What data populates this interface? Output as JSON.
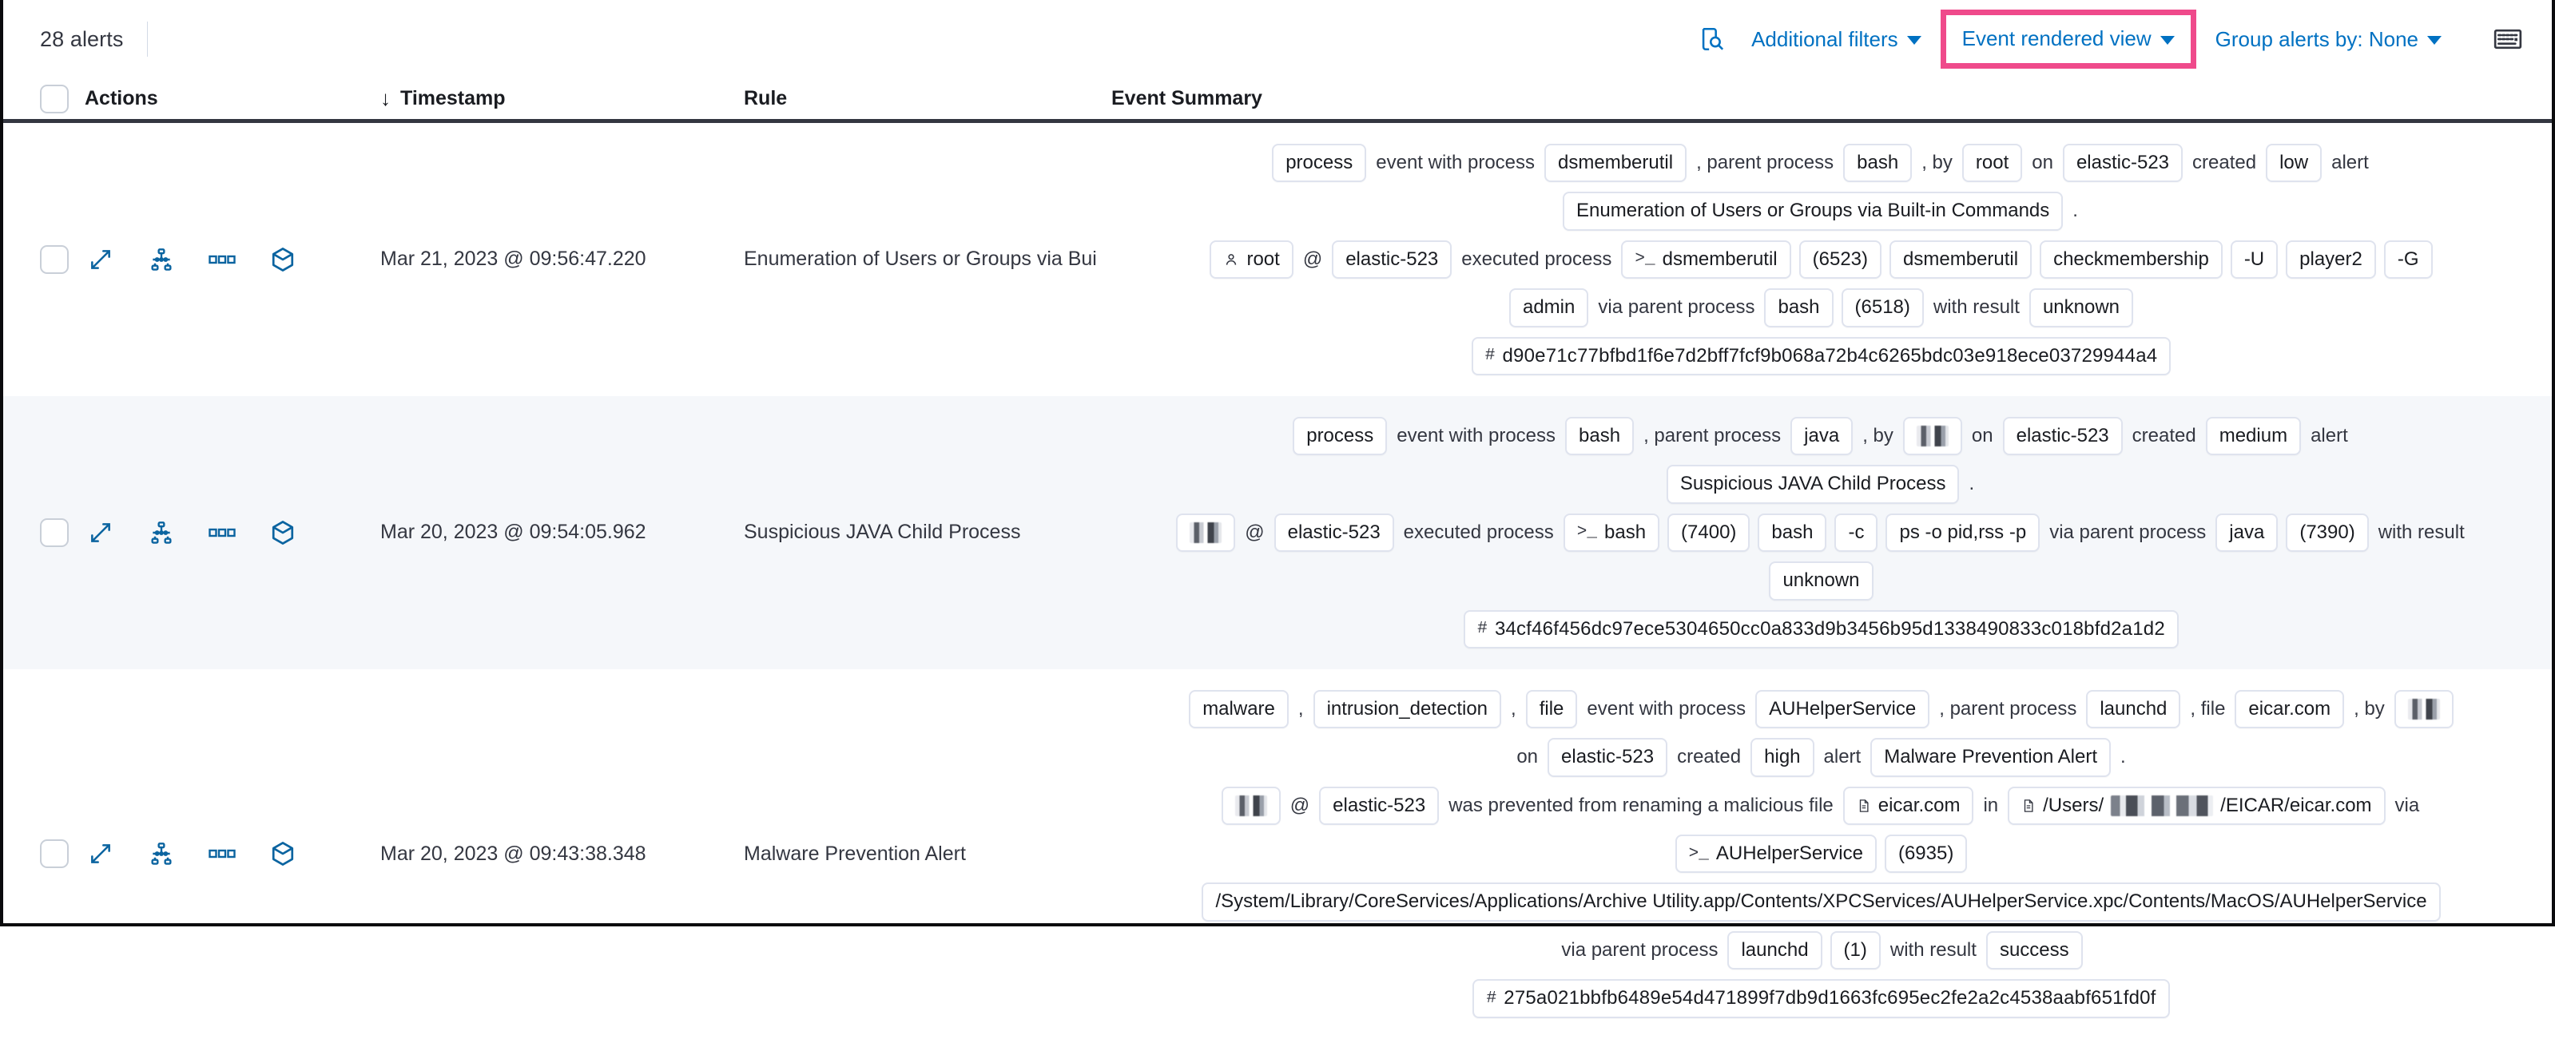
{
  "toolbar": {
    "alerts_count_label": "28 alerts",
    "inspect_icon": "inspect-search-icon",
    "additional_filters_label": "Additional filters",
    "view_mode_label": "Event rendered view",
    "group_by_label": "Group alerts by: None",
    "keyboard_icon": "keyboard-shortcuts-icon",
    "highlight_color": "#ef4a8b",
    "link_color": "#0071c2"
  },
  "table": {
    "headers": {
      "select_all": "select-all-checkbox",
      "actions": "Actions",
      "timestamp": "Timestamp",
      "timestamp_sort": "↓",
      "rule": "Rule",
      "event_summary": "Event Summary"
    },
    "row_actions": [
      {
        "name": "expand-details-icon",
        "title": "Expand"
      },
      {
        "name": "analyze-event-icon",
        "title": "Analyze event"
      },
      {
        "name": "more-actions-icon",
        "title": "More actions"
      },
      {
        "name": "session-view-icon",
        "title": "Open session view"
      }
    ],
    "rows": [
      {
        "timestamp": "Mar 21, 2023 @ 09:56:47.220",
        "rule": "Enumeration of Users or Groups via Bui",
        "summary_lines": [
          [
            {
              "t": "chip",
              "v": "process"
            },
            {
              "t": "txt",
              "v": "event with process"
            },
            {
              "t": "chip",
              "v": "dsmemberutil"
            },
            {
              "t": "txt",
              "v": ", parent process"
            },
            {
              "t": "chip",
              "v": "bash"
            },
            {
              "t": "txt",
              "v": ", by"
            },
            {
              "t": "chip",
              "v": "root"
            },
            {
              "t": "txt",
              "v": "on"
            },
            {
              "t": "chip",
              "v": "elastic-523"
            },
            {
              "t": "txt",
              "v": "created"
            },
            {
              "t": "chip",
              "v": "low"
            },
            {
              "t": "txt",
              "v": "alert"
            }
          ],
          [
            {
              "t": "chip",
              "v": "Enumeration of Users or Groups via Built-in Commands"
            },
            {
              "t": "txt",
              "v": "."
            }
          ],
          [
            {
              "t": "chip",
              "v": "root",
              "icon": "user-icon"
            },
            {
              "t": "txt",
              "v": "@"
            },
            {
              "t": "chip",
              "v": "elastic-523"
            },
            {
              "t": "txt",
              "v": "executed process"
            },
            {
              "t": "chip",
              "v": "dsmemberutil",
              "icon": "console-icon"
            },
            {
              "t": "chip",
              "v": "(6523)"
            },
            {
              "t": "chip",
              "v": "dsmemberutil"
            },
            {
              "t": "chip",
              "v": "checkmembership"
            },
            {
              "t": "chip",
              "v": "-U"
            },
            {
              "t": "chip",
              "v": "player2"
            },
            {
              "t": "chip",
              "v": "-G"
            }
          ],
          [
            {
              "t": "chip",
              "v": "admin"
            },
            {
              "t": "txt",
              "v": "via parent process"
            },
            {
              "t": "chip",
              "v": "bash"
            },
            {
              "t": "chip",
              "v": "(6518)"
            },
            {
              "t": "txt",
              "v": "with result"
            },
            {
              "t": "chip",
              "v": "unknown"
            }
          ],
          [
            {
              "t": "chip",
              "v": "d90e71c77bfbd1f6e7d2bff7fcf9b068a72b4c6265bdc03e918ece03729944a4",
              "icon": "hash-icon"
            }
          ]
        ]
      },
      {
        "timestamp": "Mar 20, 2023 @ 09:54:05.962",
        "rule": "Suspicious JAVA Child Process",
        "summary_lines": [
          [
            {
              "t": "chip",
              "v": "process"
            },
            {
              "t": "txt",
              "v": "event with process"
            },
            {
              "t": "chip",
              "v": "bash"
            },
            {
              "t": "txt",
              "v": ", parent process"
            },
            {
              "t": "chip",
              "v": "java"
            },
            {
              "t": "txt",
              "v": ", by"
            },
            {
              "t": "chip",
              "v": "",
              "redacted": true
            },
            {
              "t": "txt",
              "v": "on"
            },
            {
              "t": "chip",
              "v": "elastic-523"
            },
            {
              "t": "txt",
              "v": "created"
            },
            {
              "t": "chip",
              "v": "medium"
            },
            {
              "t": "txt",
              "v": "alert"
            }
          ],
          [
            {
              "t": "chip",
              "v": "Suspicious JAVA Child Process"
            },
            {
              "t": "txt",
              "v": "."
            }
          ],
          [
            {
              "t": "chip",
              "v": "",
              "redacted": true
            },
            {
              "t": "txt",
              "v": "@"
            },
            {
              "t": "chip",
              "v": "elastic-523"
            },
            {
              "t": "txt",
              "v": "executed process"
            },
            {
              "t": "chip",
              "v": "bash",
              "icon": "console-icon"
            },
            {
              "t": "chip",
              "v": "(7400)"
            },
            {
              "t": "chip",
              "v": "bash"
            },
            {
              "t": "chip",
              "v": "-c"
            },
            {
              "t": "chip",
              "v": "ps -o pid,rss -p"
            },
            {
              "t": "txt",
              "v": "via parent process"
            },
            {
              "t": "chip",
              "v": "java"
            },
            {
              "t": "chip",
              "v": "(7390)"
            },
            {
              "t": "txt",
              "v": "with result"
            }
          ],
          [
            {
              "t": "chip",
              "v": "unknown"
            }
          ],
          [
            {
              "t": "chip",
              "v": "34cf46f456dc97ece5304650cc0a833d9b3456b95d1338490833c018bfd2a1d2",
              "icon": "hash-icon"
            }
          ]
        ]
      },
      {
        "timestamp": "Mar 20, 2023 @ 09:43:38.348",
        "rule": "Malware Prevention Alert",
        "summary_lines": [
          [
            {
              "t": "chip",
              "v": "malware"
            },
            {
              "t": "txt",
              "v": ","
            },
            {
              "t": "chip",
              "v": "intrusion_detection"
            },
            {
              "t": "txt",
              "v": ","
            },
            {
              "t": "chip",
              "v": "file"
            },
            {
              "t": "txt",
              "v": "event with process"
            },
            {
              "t": "chip",
              "v": "AUHelperService"
            },
            {
              "t": "txt",
              "v": ", parent process"
            },
            {
              "t": "chip",
              "v": "launchd"
            },
            {
              "t": "txt",
              "v": ", file"
            },
            {
              "t": "chip",
              "v": "eicar.com"
            },
            {
              "t": "txt",
              "v": ", by"
            },
            {
              "t": "chip",
              "v": "",
              "redacted": true
            }
          ],
          [
            {
              "t": "txt",
              "v": "on"
            },
            {
              "t": "chip",
              "v": "elastic-523"
            },
            {
              "t": "txt",
              "v": "created"
            },
            {
              "t": "chip",
              "v": "high"
            },
            {
              "t": "txt",
              "v": "alert"
            },
            {
              "t": "chip",
              "v": "Malware Prevention Alert"
            },
            {
              "t": "txt",
              "v": "."
            }
          ],
          [
            {
              "t": "chip",
              "v": "",
              "redacted": true
            },
            {
              "t": "txt",
              "v": "@"
            },
            {
              "t": "chip",
              "v": "elastic-523"
            },
            {
              "t": "txt",
              "v": "was prevented from renaming a malicious file"
            },
            {
              "t": "chip",
              "v": "eicar.com",
              "icon": "file-icon"
            },
            {
              "t": "txt",
              "v": "in"
            },
            {
              "t": "chip",
              "v": "/Users/",
              "icon": "file-icon",
              "redacted_mid": true,
              "v2": "/EICAR/eicar.com"
            },
            {
              "t": "txt",
              "v": "via"
            }
          ],
          [
            {
              "t": "chip",
              "v": "AUHelperService",
              "icon": "console-icon"
            },
            {
              "t": "chip",
              "v": "(6935)"
            }
          ],
          [
            {
              "t": "chip",
              "v": "/System/Library/CoreServices/Applications/Archive Utility.app/Contents/XPCServices/AUHelperService.xpc/Contents/MacOS/AUHelperService"
            }
          ],
          [
            {
              "t": "txt",
              "v": "via parent process"
            },
            {
              "t": "chip",
              "v": "launchd"
            },
            {
              "t": "chip",
              "v": "(1)"
            },
            {
              "t": "txt",
              "v": "with result"
            },
            {
              "t": "chip",
              "v": "success"
            }
          ],
          [
            {
              "t": "chip",
              "v": "275a021bbfb6489e54d471899f7db9d1663fc695ec2fe2a2c4538aabf651fd0f",
              "icon": "hash-icon"
            }
          ]
        ]
      }
    ]
  }
}
